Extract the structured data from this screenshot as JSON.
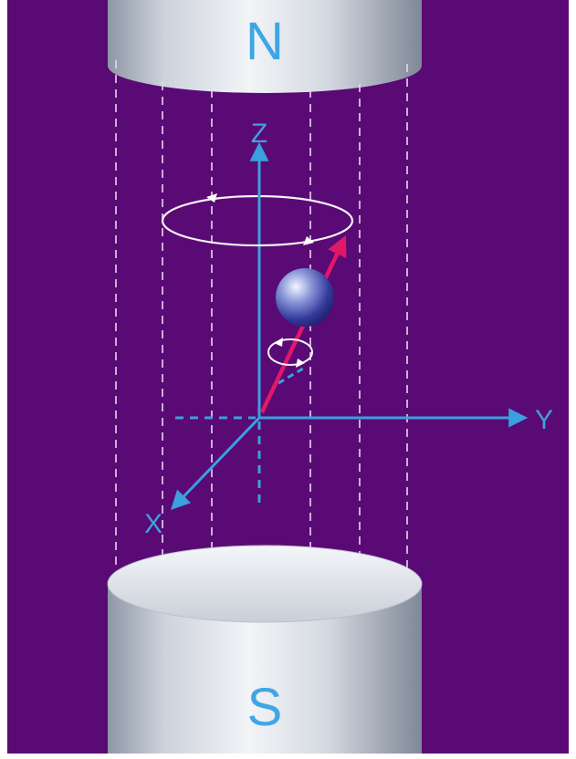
{
  "magnet_top": {
    "pole_label": "N"
  },
  "magnet_bottom": {
    "pole_label": "S"
  },
  "axes": {
    "z_label": "Z",
    "y_label": "Y",
    "x_label": "X"
  },
  "colors": {
    "background": "#5a0a74",
    "axis": "#3aa0e0",
    "spin_vector": "#e0186a",
    "field_lines": "#e6d8ee",
    "precession_ring": "#f2f2f2"
  }
}
